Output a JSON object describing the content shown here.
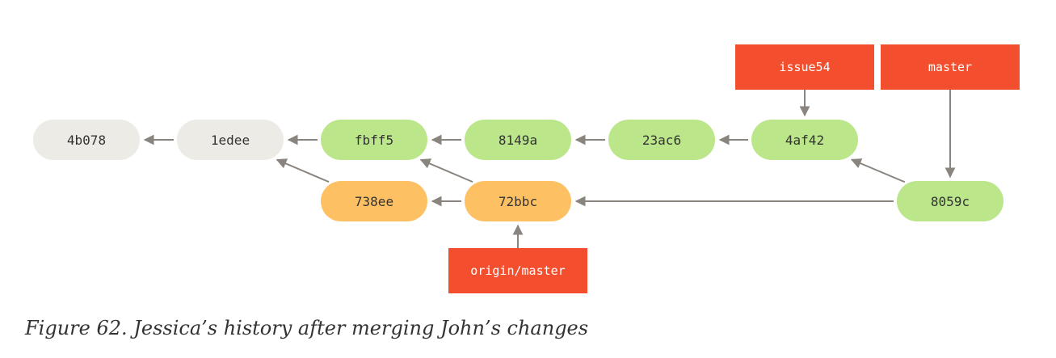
{
  "caption": "Figure 62. Jessica’s history after merging John’s changes",
  "colors": {
    "commit_gray": "#EDEBE5",
    "commit_green": "#BBE68A",
    "commit_orange": "#FDC164",
    "ref_red": "#F34E2D",
    "arrow": "#8A847E",
    "text_dark": "#333333",
    "text_light": "#FFFFFF"
  },
  "commits": [
    {
      "id": "c-4b078",
      "label": "4b078",
      "color": "gray"
    },
    {
      "id": "c-1edee",
      "label": "1edee",
      "color": "gray"
    },
    {
      "id": "c-fbff5",
      "label": "fbff5",
      "color": "green"
    },
    {
      "id": "c-8149a",
      "label": "8149a",
      "color": "green"
    },
    {
      "id": "c-23ac6",
      "label": "23ac6",
      "color": "green"
    },
    {
      "id": "c-4af42",
      "label": "4af42",
      "color": "green"
    },
    {
      "id": "c-738ee",
      "label": "738ee",
      "color": "orange"
    },
    {
      "id": "c-72bbc",
      "label": "72bbc",
      "color": "orange"
    },
    {
      "id": "c-8059c",
      "label": "8059c",
      "color": "green"
    }
  ],
  "refs": [
    {
      "id": "r-issue54",
      "label": "issue54",
      "target": "c-4af42"
    },
    {
      "id": "r-master",
      "label": "master",
      "target": "c-8059c"
    },
    {
      "id": "r-origin-master",
      "label": "origin/master",
      "target": "c-72bbc"
    }
  ],
  "edges": [
    {
      "from": "c-1edee",
      "to": "c-4b078"
    },
    {
      "from": "c-fbff5",
      "to": "c-1edee"
    },
    {
      "from": "c-8149a",
      "to": "c-fbff5"
    },
    {
      "from": "c-23ac6",
      "to": "c-8149a"
    },
    {
      "from": "c-4af42",
      "to": "c-23ac6"
    },
    {
      "from": "c-738ee",
      "to": "c-1edee"
    },
    {
      "from": "c-72bbc",
      "to": "c-738ee"
    },
    {
      "from": "c-72bbc",
      "to": "c-fbff5"
    },
    {
      "from": "c-8059c",
      "to": "c-72bbc"
    },
    {
      "from": "c-8059c",
      "to": "c-4af42"
    }
  ]
}
